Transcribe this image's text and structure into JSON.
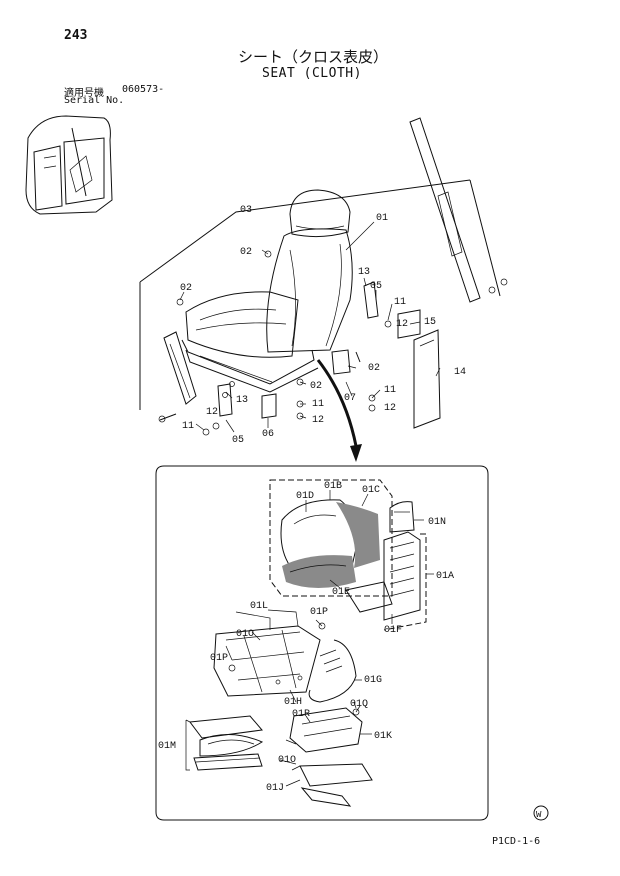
{
  "header": {
    "page_number": "243",
    "title_ja": "シート（クロス表皮）",
    "title_en": "SEAT (CLOTH)",
    "serial_label_ja": "適用号機",
    "serial_label_en": "Serial No.",
    "serial_value": "060573-"
  },
  "callouts": {
    "c01": "01",
    "c02": "02",
    "c03": "03",
    "c05": "05",
    "c06": "06",
    "c07": "07",
    "c11": "11",
    "c12": "12",
    "c13": "13",
    "c14": "14",
    "c15": "15",
    "c01A": "01A",
    "c01B": "01B",
    "c01C": "01C",
    "c01D": "01D",
    "c01E": "01E",
    "c01F": "01F",
    "c01G": "01G",
    "c01H": "01H",
    "c01J": "01J",
    "c01K": "01K",
    "c01L": "01L",
    "c01M": "01M",
    "c01N": "01N",
    "c01O": "01O",
    "c01P": "01P",
    "c01Q": "01Q",
    "c01R": "01R"
  },
  "footer": {
    "mark": "W",
    "page_code": "P1CD-1-6"
  }
}
